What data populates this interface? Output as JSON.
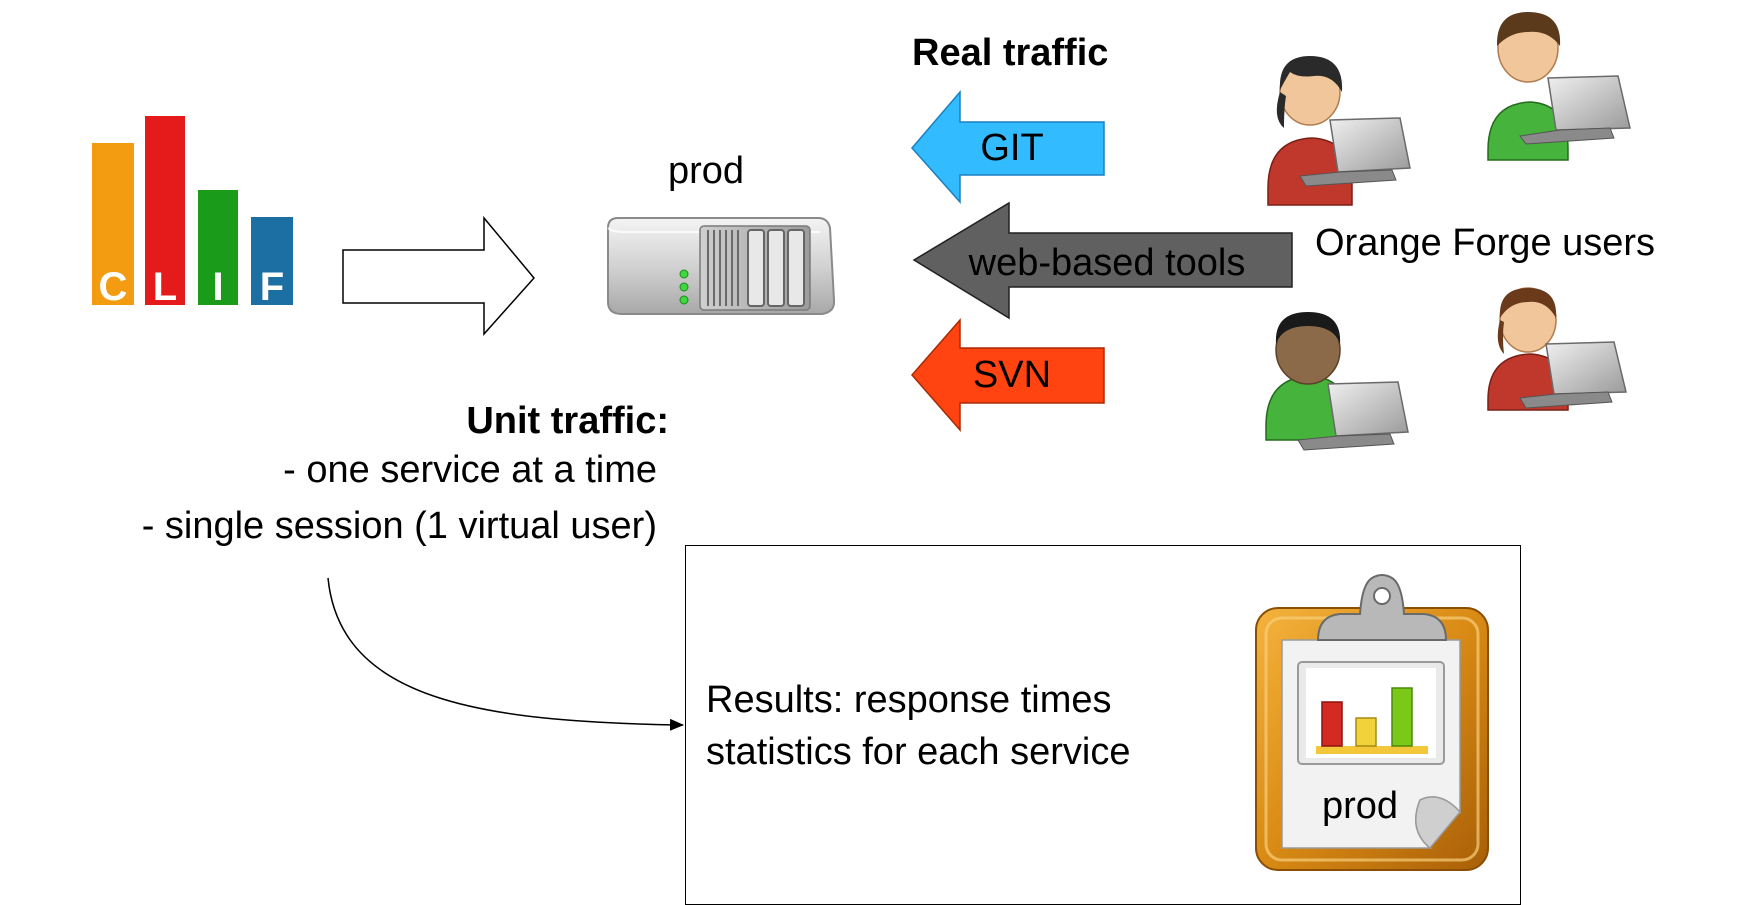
{
  "diagram": {
    "clif_logo": {
      "letters": [
        "C",
        "L",
        "I",
        "F"
      ],
      "colors": [
        "#f39c12",
        "#e51b1b",
        "#1a9c1a",
        "#1b6fa3"
      ]
    },
    "prod_server_label": "prod",
    "real_traffic": {
      "title": "Real traffic",
      "arrows": [
        {
          "label": "GIT",
          "color": "#33bbff"
        },
        {
          "label": "web-based tools",
          "color": "#606060"
        },
        {
          "label": "SVN",
          "color": "#ff4411"
        }
      ]
    },
    "users_label": "Orange Forge users",
    "unit_traffic": {
      "title": "Unit traffic:",
      "lines": [
        "- one service at a time",
        "- single session (1 virtual user)"
      ]
    },
    "results": {
      "lines": [
        "Results: response times",
        "statistics for each service"
      ],
      "report_label": "prod"
    }
  }
}
